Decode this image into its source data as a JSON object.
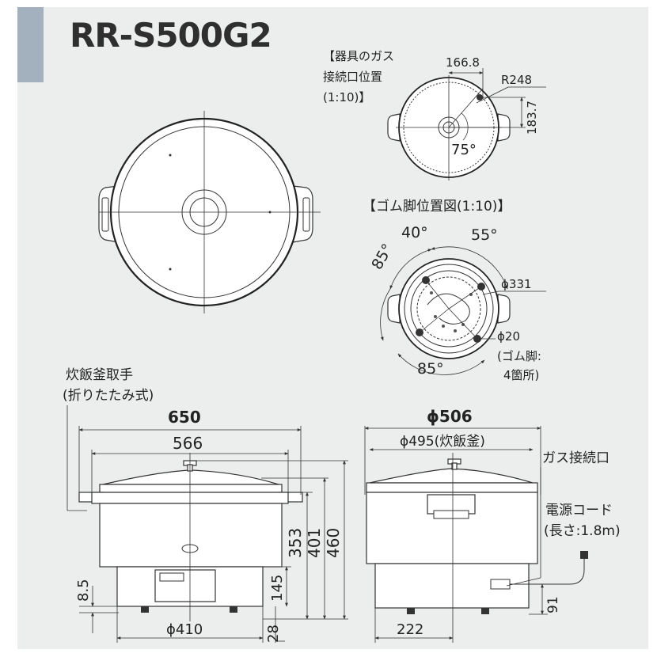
{
  "model": "RR-S500G2",
  "gas_inset": {
    "title_line1": "【器具のガス",
    "title_line2": "接続口位置",
    "title_line3": "(1:10)】",
    "dim_offset": "166.8",
    "dim_radius": "R248",
    "dim_height": "183.7",
    "angle": "75°"
  },
  "rubber_feet": {
    "title": "【ゴム脚位置図(1:10)】",
    "angle_top_left": "40°",
    "angle_top_right": "55°",
    "angle_left": "85°",
    "angle_bottom": "85°",
    "pcd": "ϕ331",
    "foot_dia": "ϕ20",
    "foot_note1": "(ゴム脚:",
    "foot_note2": "4箇所)"
  },
  "front_view": {
    "handle_label1": "炊飯釜取手",
    "handle_label2": "(折りたたみ式)",
    "width_total": "650",
    "width_body": "566",
    "height_353": "353",
    "height_401": "401",
    "height_460": "460",
    "height_145": "145",
    "height_8_5": "8.5",
    "height_28": "28",
    "base_dia": "ϕ410"
  },
  "side_view": {
    "dia_outer": "ϕ506",
    "dia_pot": "ϕ495(炊飯釜)",
    "gas_port": "ガス接続口",
    "power_cord1": "電源コード",
    "power_cord2": "(長さ:1.8m)",
    "height_91": "91",
    "width_222": "222"
  }
}
